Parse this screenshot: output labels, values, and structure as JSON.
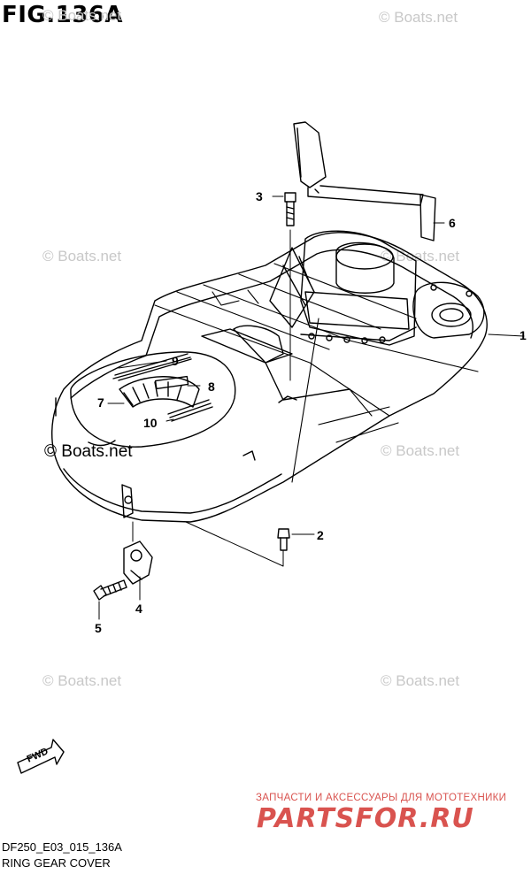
{
  "figure": {
    "title": "FIG.136A",
    "code": "DF250_E03_015_136A",
    "caption": "RING GEAR COVER"
  },
  "watermarks": [
    {
      "text": "© Boats.net"
    },
    {
      "text": "© Boats.net"
    },
    {
      "text": "© Boats.net"
    },
    {
      "text": "© Boats.net"
    },
    {
      "text": "© Boats.net"
    },
    {
      "text": "© Boats.net"
    },
    {
      "text": "© Boats.net"
    },
    {
      "text": "© Boats.net"
    }
  ],
  "callouts": [
    {
      "number": "1"
    },
    {
      "number": "2"
    },
    {
      "number": "3"
    },
    {
      "number": "4"
    },
    {
      "number": "5"
    },
    {
      "number": "6"
    },
    {
      "number": "7"
    },
    {
      "number": "8"
    },
    {
      "number": "9"
    },
    {
      "number": "10"
    }
  ],
  "badge": {
    "label": "FWD"
  },
  "shop": {
    "tagline": "ЗАПЧАСТИ И АКСЕССУАРЫ ДЛЯ МОТОТЕХНИКИ",
    "logo": "PARTSFOR.RU",
    "color": "#d9534f"
  }
}
